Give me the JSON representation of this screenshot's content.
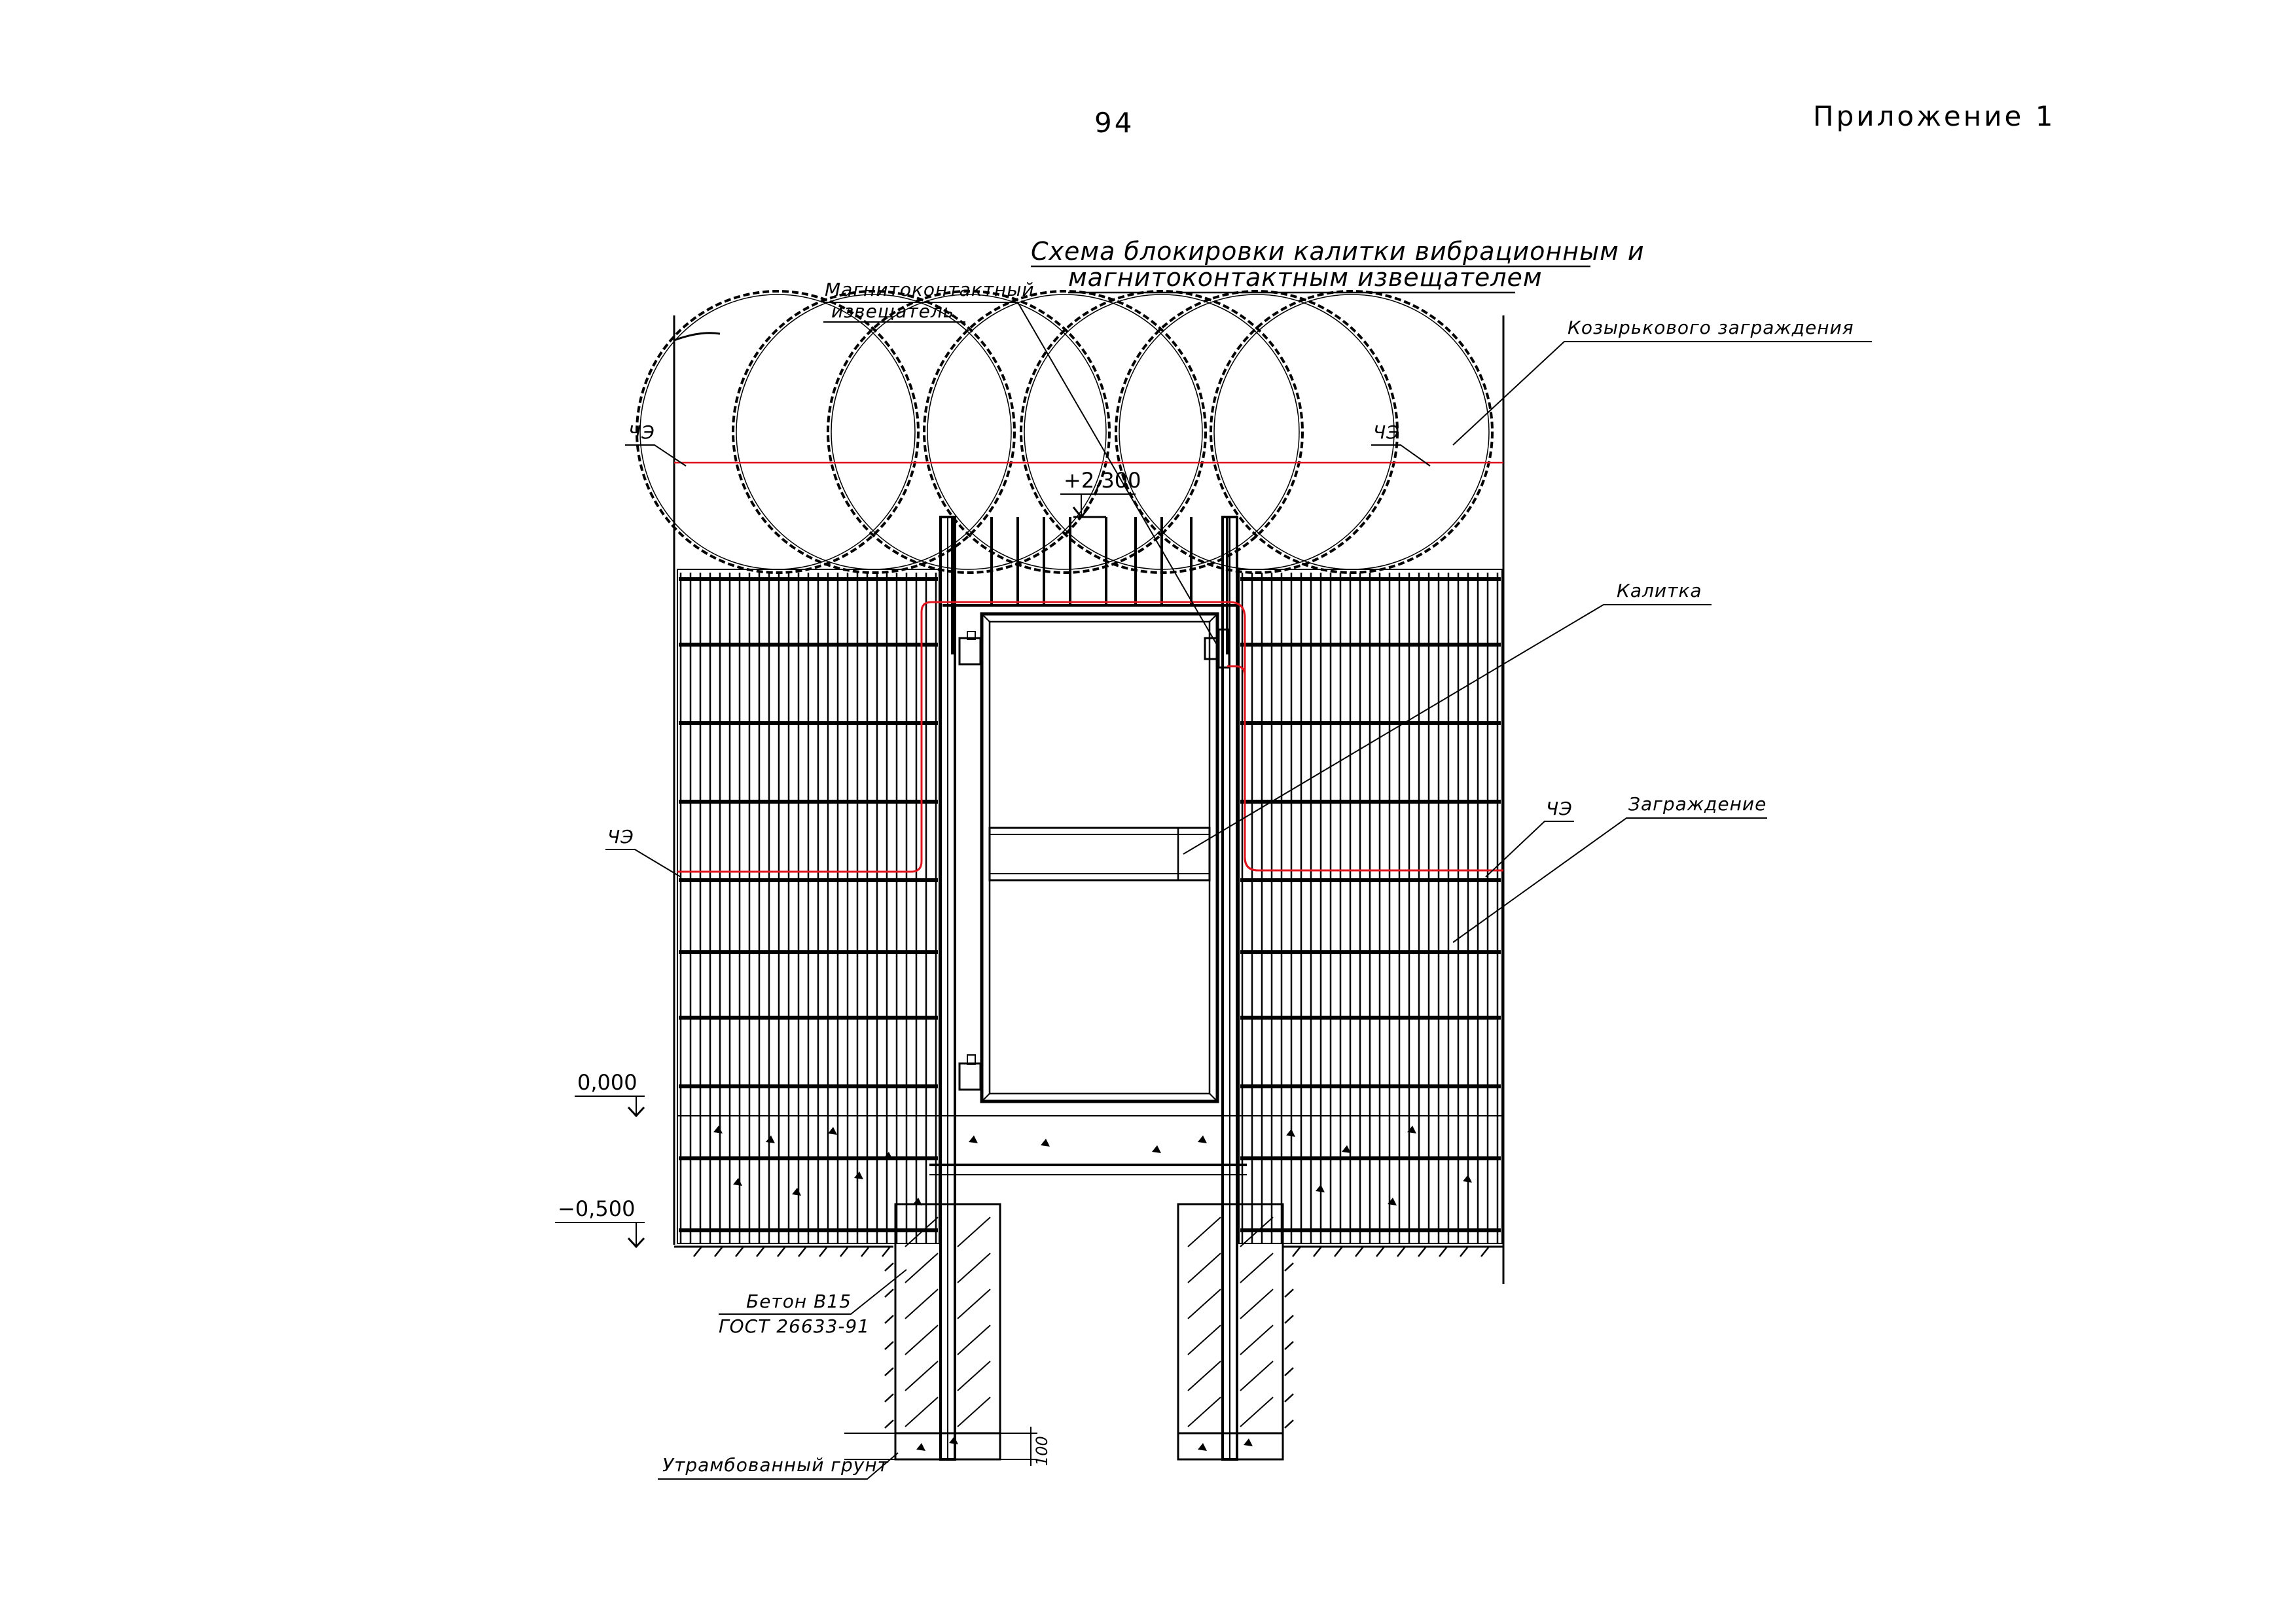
{
  "header": {
    "page_number": "94",
    "appendix": "Приложение 1"
  },
  "title": {
    "line1": "Схема блокировки калитки вибрационным и",
    "line2": "магнитоконтактным извещателем"
  },
  "callouts": {
    "magnetic_line1": "Магнитоконтактный",
    "magnetic_line2": "извещатель",
    "visor": "Козырькового заграждения",
    "gate": "Калитка",
    "fence": "Заграждение",
    "sensor_left_top": "ЧЭ",
    "sensor_right_top": "ЧЭ",
    "sensor_left_mid": "ЧЭ",
    "sensor_right_mid": "ЧЭ",
    "concrete_line1": "Бетон В15",
    "concrete_line2": "ГОСТ 26633-91",
    "soil": "Утрамбованный грунт",
    "dim_100": "100"
  },
  "levels": {
    "top": "+2,300",
    "ground": "0,000",
    "depth": "−0,500"
  },
  "colors": {
    "line": "#000000",
    "sensor_cable": "#e0141e",
    "background": "#ffffff"
  }
}
